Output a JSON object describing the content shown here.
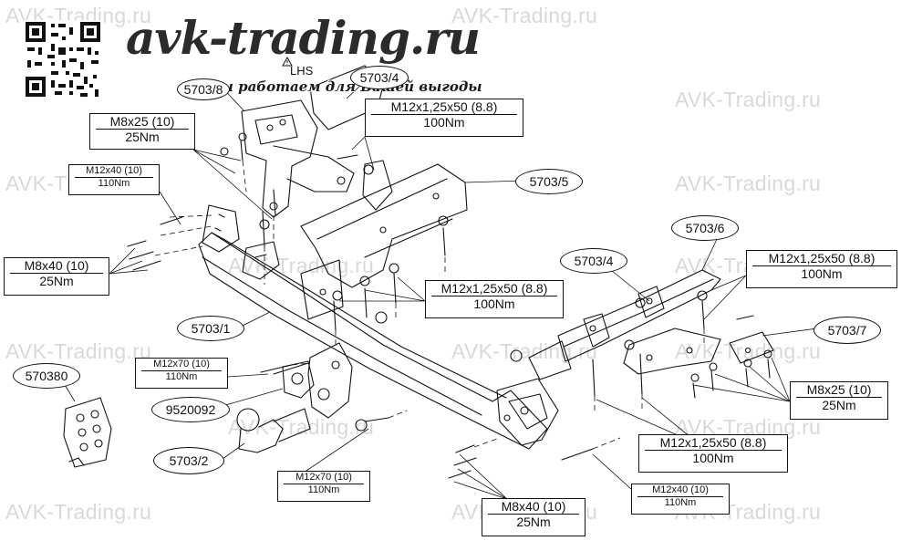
{
  "watermarks": [
    "AVK-Trading.ru",
    "AVK-Trading.ru",
    "AVK-Trading.ru",
    "AVK-Trading.ru",
    "AVK-Trading.ru",
    "AVK-Trading.ru",
    "AVK-Trading.ru",
    "AVK-Trading.ru",
    "AVK-Trading.ru",
    "AVK-Trading.ru",
    "AVK-Trading.ru",
    "AVK-Trading.ru",
    "AVK-Trading.ru",
    "AVK-Trading.ru",
    "AVK-Trading.ru"
  ],
  "brand": {
    "logo": "avk-trading.ru",
    "slogan": "Мы работаем для Вашей выгоды",
    "qr_icon": "qr-code-icon"
  },
  "warning_label": "LHS",
  "torque_boxes": {
    "m8x25_top": {
      "spec": "M8x25 (10)",
      "torque": "25Nm"
    },
    "m12x125_top": {
      "spec": "M12x1,25x50 (8.8)",
      "torque": "100Nm"
    },
    "m12x40_left": {
      "spec": "M12x40 (10)",
      "torque": "110Nm"
    },
    "m8x40_left": {
      "spec": "M8x40 (10)",
      "torque": "25Nm"
    },
    "m12x125_center": {
      "spec": "M12x1,25x50 (8.8)",
      "torque": "100Nm"
    },
    "m12x125_right": {
      "spec": "M12x1,25x50 (8.8)",
      "torque": "100Nm"
    },
    "m12x70_left": {
      "spec": "M12x70 (10)",
      "torque": "110Nm"
    },
    "m8x25_right": {
      "spec": "M8x25 (10)",
      "torque": "25Nm"
    },
    "m12x125_bottom": {
      "spec": "M12x1,25x50 (8.8)",
      "torque": "100Nm"
    },
    "m12x70_bottom": {
      "spec": "M12x70 (10)",
      "torque": "110Nm"
    },
    "m12x40_bottom": {
      "spec": "M12x40 (10)",
      "torque": "110Nm"
    },
    "m8x40_bottom": {
      "spec": "M8x40 (10)",
      "torque": "25Nm"
    }
  },
  "part_labels": {
    "p5703_8": "5703/8",
    "p5703_4_top": "5703/4",
    "p5703_5": "5703/5",
    "p5703_6": "5703/6",
    "p5703_4": "5703/4",
    "p5703_7": "5703/7",
    "p5703_1": "5703/1",
    "p570380": "570380",
    "p9520092": "9520092",
    "p5703_2": "5703/2"
  }
}
